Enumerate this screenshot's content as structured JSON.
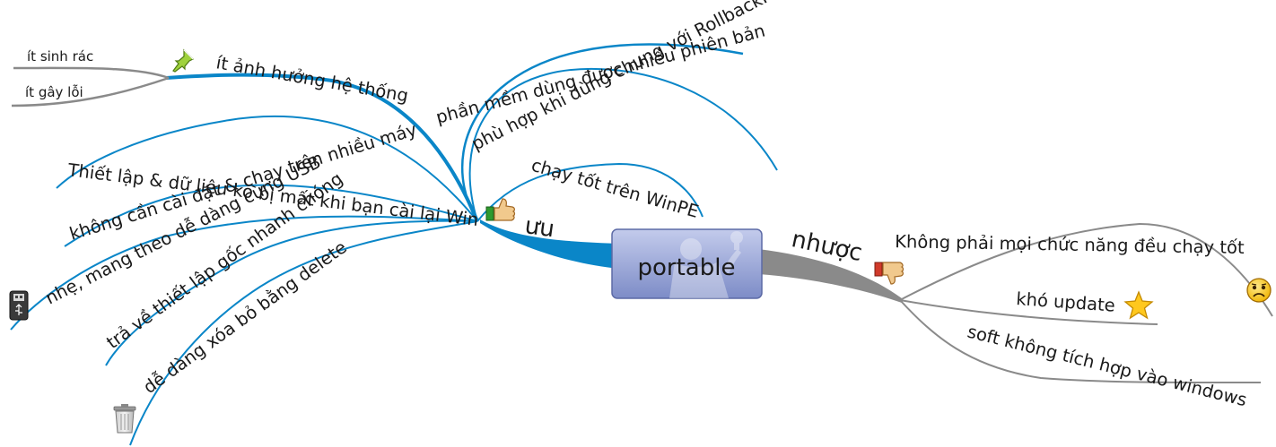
{
  "central_topic": "portable",
  "colors": {
    "pros_branch": "#0a86c8",
    "cons_branch": "#8a8a8a",
    "central_fill_top": "#b7c1e4",
    "central_fill_bottom": "#7f8ec8"
  },
  "pros": {
    "label": "ưu",
    "icon": "thumbs-up-icon",
    "items": [
      "phần mềm dùng được nhiều phiên bản",
      "phù hợp khi dùng chung với RollbackRX",
      "chạy tốt trên WinPE",
      "ít ảnh hưởng hệ thống",
      "Thiết lập & dữ liệu ko bị mất khi bạn cài lại Win",
      "không cần cài đặt & chạy trên nhiều máy",
      "nhẹ, mang theo dễ dàng cùng USB",
      "trả về thiết lập gốc nhanh chóng",
      "dễ dàng xóa bỏ bằng delete"
    ],
    "sub_items": [
      "ít sinh rác",
      "ít gây lỗi"
    ],
    "item_icons": [
      "pushpin-icon",
      "usb-drive-icon",
      "trash-can-icon"
    ]
  },
  "cons": {
    "label": "nhược",
    "icon": "thumbs-down-icon",
    "items": [
      "Không phải mọi chức năng đều chạy tốt",
      "khó update",
      "soft không tích hợp vào windows"
    ],
    "item_icons": [
      "sad-face-icon",
      "star-icon"
    ]
  }
}
